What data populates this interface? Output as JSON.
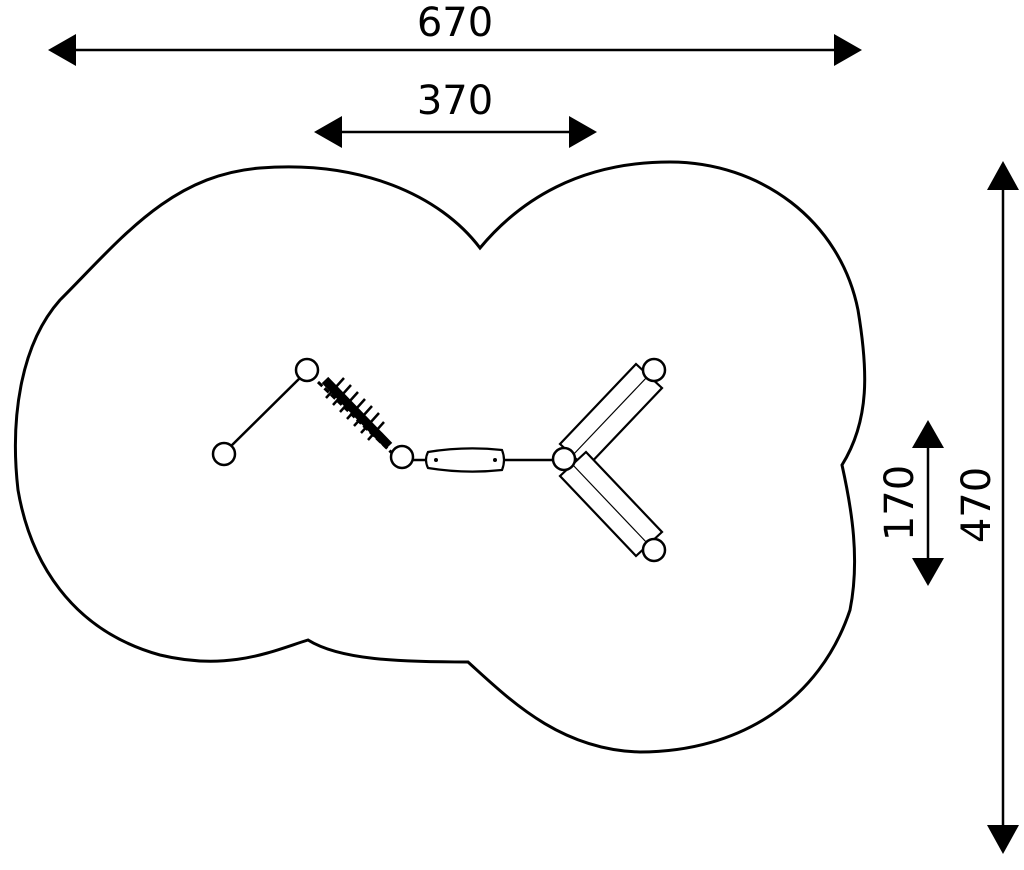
{
  "dimensions": {
    "overall_width": "670",
    "inner_width": "370",
    "inner_height": "170",
    "overall_height": "470"
  },
  "colors": {
    "line": "#000000",
    "background": "#ffffff"
  }
}
